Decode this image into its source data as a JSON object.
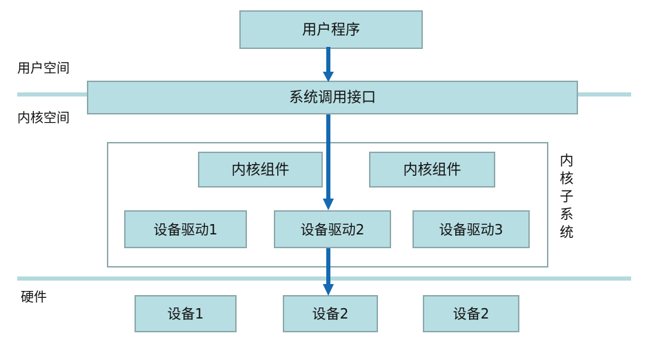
{
  "diagram": {
    "title": "Linux kernel architecture layers",
    "colors": {
      "box_fill": "#b7dee3",
      "box_border": "#8ca8ab",
      "divider": "#b3dade",
      "arrow": "#1569b0",
      "text": "#111111"
    },
    "layer_labels": [
      {
        "name": "user-space-label",
        "text": "用户空间"
      },
      {
        "name": "kernel-space-label",
        "text": "内核空间"
      },
      {
        "name": "hardware-label",
        "text": "硬件"
      }
    ],
    "boxes": {
      "user_program": "用户程序",
      "syscall_interface": "系统调用接口",
      "kernel_component_1": "内核组件",
      "kernel_component_2": "内核组件",
      "device_driver_1": "设备驱动1",
      "device_driver_2": "设备驱动2",
      "device_driver_3": "设备驱动3",
      "device_1": "设备1",
      "device_2": "设备2",
      "device_3": "设备2"
    },
    "kernel_subsystem_label": "内核子系统",
    "arrows": [
      {
        "name": "arrow-user-program-to-syscall",
        "from": "用户程序",
        "to": "系统调用接口"
      },
      {
        "name": "arrow-syscall-to-device-driver-2",
        "from": "系统调用接口",
        "to": "设备驱动2"
      },
      {
        "name": "arrow-device-driver-2-to-device-2",
        "from": "设备驱动2",
        "to": "设备2"
      }
    ]
  }
}
